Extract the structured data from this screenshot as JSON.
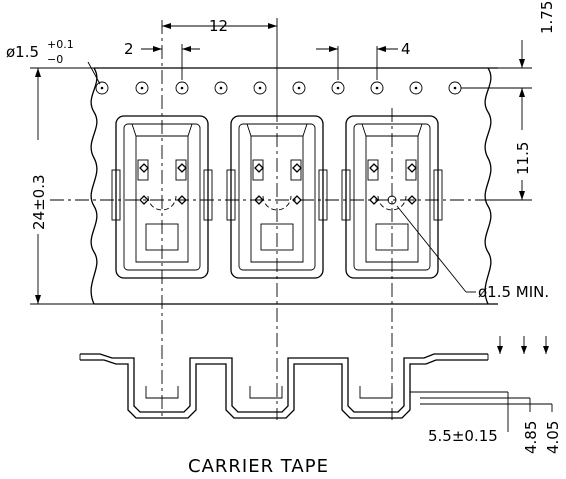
{
  "drawing": {
    "caption": "CARRIER TAPE",
    "dimensions": {
      "hole_diameter": "ø1.5",
      "hole_tol_plus": "+0.1",
      "hole_tol_minus": "−0",
      "pitch": "12",
      "hole_to_pocket": "2",
      "hole_pitch": "4",
      "edge_to_hole": "1.75",
      "tape_width": "24±0.3",
      "hole_to_center": "11.5",
      "pocket_hole": "ø1.5 MIN.",
      "pocket_depth": "5.5±0.15",
      "height_a": "4.85",
      "height_b": "4.05"
    }
  }
}
